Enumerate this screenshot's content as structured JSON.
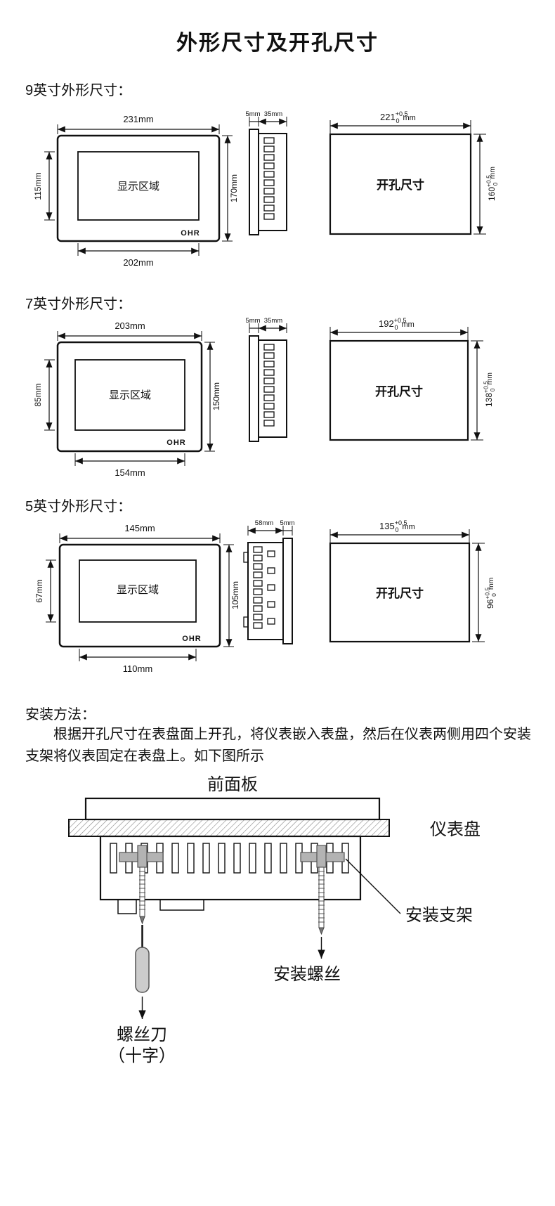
{
  "title": "外形尺寸及开孔尺寸",
  "sections": [
    {
      "label": "9英寸外形尺寸：",
      "front": {
        "top": "231mm",
        "left": "115mm",
        "right": "170mm",
        "bottom": "202mm",
        "display": "显示区域",
        "brand": "OHR"
      },
      "side": {
        "dim1": "5mm",
        "dim2": "35mm"
      },
      "cutout": {
        "label": "开孔尺寸",
        "w_val": "221",
        "w_tol_top": "+0.5",
        "w_tol_bottom": "0",
        "w_unit": "mm",
        "h_val": "160",
        "h_tol_top": "+0.5",
        "h_tol_bottom": "0",
        "h_unit": "mm"
      }
    },
    {
      "label": "7英寸外形尺寸：",
      "front": {
        "top": "203mm",
        "left": "85mm",
        "right": "150mm",
        "bottom": "154mm",
        "display": "显示区域",
        "brand": "OHR"
      },
      "side": {
        "dim1": "5mm",
        "dim2": "35mm"
      },
      "cutout": {
        "label": "开孔尺寸",
        "w_val": "192",
        "w_tol_top": "+0.5",
        "w_tol_bottom": "0",
        "w_unit": "mm",
        "h_val": "138",
        "h_tol_top": "+0.5",
        "h_tol_bottom": "0",
        "h_unit": "mm"
      }
    },
    {
      "label": "5英寸外形尺寸：",
      "front": {
        "top": "145mm",
        "left": "67mm",
        "right": "105mm",
        "bottom": "110mm",
        "display": "显示区域",
        "brand": "OHR"
      },
      "side": {
        "dim1": "58mm",
        "dim2": "5mm"
      },
      "cutout": {
        "label": "开孔尺寸",
        "w_val": "135",
        "w_tol_top": "+0.5",
        "w_tol_bottom": "0",
        "w_unit": "mm",
        "h_val": "96",
        "h_tol_top": "+0.5",
        "h_tol_bottom": "0",
        "h_unit": "mm"
      }
    }
  ],
  "install": {
    "heading": "安装方法：",
    "body": "根据开孔尺寸在表盘面上开孔，将仪表嵌入表盘，然后在仪表两侧用四个安装支架将仪表固定在表盘上。如下图所示",
    "front_panel": "前面板",
    "panel": "仪表盘",
    "bracket": "安装支架",
    "screw": "安装螺丝",
    "screwdriver": "螺丝刀",
    "screwdriver2": "（十字）"
  }
}
